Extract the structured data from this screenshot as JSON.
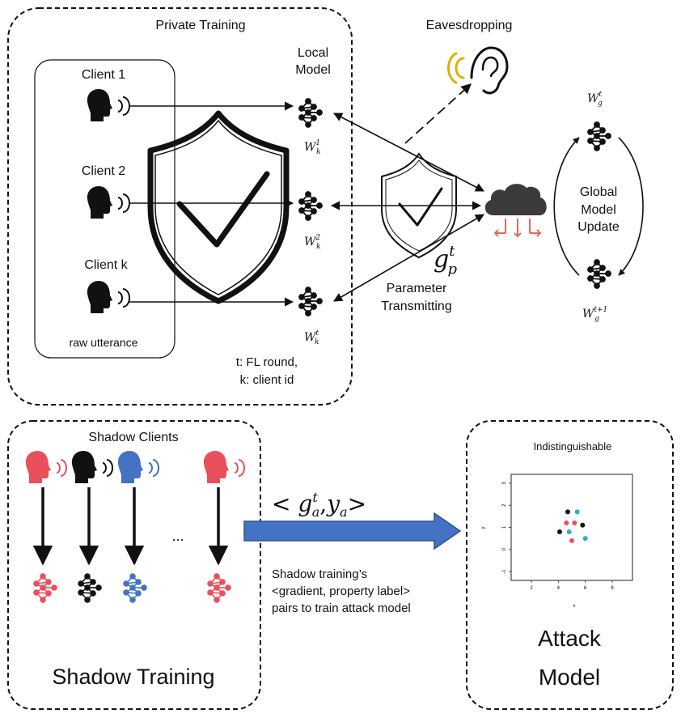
{
  "private": {
    "title": "Private Training",
    "local_model": [
      "Local",
      "Model"
    ],
    "clients": [
      "Client 1",
      "Client 2",
      "Client k"
    ],
    "raw": "raw utterance",
    "legend": [
      "t: FL round,",
      "k: client id"
    ],
    "weights": [
      {
        "base": "W",
        "sub": "k",
        "sup": "1"
      },
      {
        "base": "W",
        "sub": "k",
        "sup": "2"
      },
      {
        "base": "W",
        "sub": "k",
        "sup": "t"
      }
    ]
  },
  "eavesdrop": "Eavesdropping",
  "param": [
    "Parameter",
    "Transmitting"
  ],
  "gp": {
    "base": "g",
    "sub": "p",
    "sup": "t"
  },
  "global": {
    "label": [
      "Global",
      "Model",
      "Update"
    ],
    "wg_top": {
      "base": "W",
      "sub": "g",
      "sup": "t"
    },
    "wg_bottom": {
      "base": "W",
      "sub": "g",
      "sup": "t+1"
    }
  },
  "shadow": {
    "title": "Shadow Clients",
    "ellipsis": "...",
    "label": "Shadow Training",
    "pair": {
      "open": "< ",
      "g": "g",
      "gsub": "a",
      "gsup": "t",
      "comma": ",",
      "y": "y",
      "ysub": "a",
      "close": ">"
    },
    "desc": [
      "Shadow training’s",
      "<gradient, property label>",
      "pairs to train attack model"
    ]
  },
  "attack": {
    "indist": "Indistinguishable",
    "label": [
      "Attack",
      "Model"
    ],
    "plot": {
      "xlabel": "x",
      "ylabel": "y",
      "xticks": [
        "2",
        "4",
        "6",
        "8"
      ],
      "yticks": [
        "-1",
        "0",
        "1",
        "2",
        "3"
      ]
    }
  },
  "colors": {
    "shadow_red": "#e8505b",
    "shadow_blue": "#4472c4",
    "ear": "#e0b000",
    "arrow_fill": "#4472c4",
    "cloud": "#3b3b3b",
    "cloud_arrows": "#e06a55"
  },
  "chart_data": {
    "type": "scatter",
    "xlim": [
      0.5,
      9.5
    ],
    "ylim": [
      -1.4,
      3.4
    ],
    "xticks": [
      2,
      4,
      6,
      8
    ],
    "yticks": [
      -1,
      0,
      1,
      2,
      3
    ],
    "xlabel": "x",
    "ylabel": "y",
    "series": [
      {
        "color": "#111111",
        "x": [
          4.7,
          5.8,
          4.1
        ],
        "y": [
          1.7,
          1.1,
          0.8
        ]
      },
      {
        "color": "#e8505b",
        "x": [
          4.6,
          5.2,
          5.0
        ],
        "y": [
          1.2,
          1.2,
          0.4
        ]
      },
      {
        "color": "#30a8d8",
        "x": [
          5.4,
          4.8,
          6.0
        ],
        "y": [
          1.7,
          0.8,
          0.5
        ]
      }
    ]
  }
}
